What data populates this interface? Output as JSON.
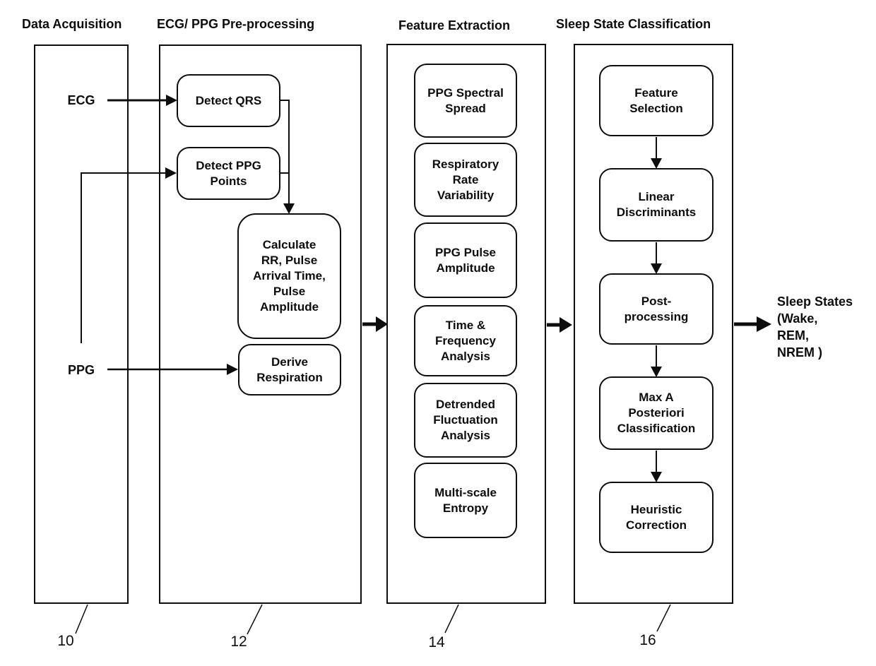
{
  "diagram": {
    "colors": {
      "ink": "#0d0d0d",
      "background": "#ffffff"
    },
    "columns": [
      {
        "title": "Data Acquisition",
        "ref": "10",
        "signals": [
          {
            "label": "ECG"
          },
          {
            "label": "PPG"
          }
        ]
      },
      {
        "title": "ECG/ PPG Pre-processing",
        "ref": "12",
        "boxes": [
          {
            "label": "Detect QRS"
          },
          {
            "label": "Detect PPG\nPoints"
          },
          {
            "label": "Calculate\nRR, Pulse\nArrival Time,\nPulse\nAmplitude"
          },
          {
            "label": "Derive\nRespiration"
          }
        ]
      },
      {
        "title": "Feature Extraction",
        "ref": "14",
        "boxes": [
          {
            "label": "PPG Spectral\nSpread"
          },
          {
            "label": "Respiratory\nRate\nVariability"
          },
          {
            "label": "PPG Pulse\nAmplitude"
          },
          {
            "label": "Time &\nFrequency\nAnalysis"
          },
          {
            "label": "Detrended\nFluctuation\nAnalysis"
          },
          {
            "label": "Multi-scale\nEntropy"
          }
        ]
      },
      {
        "title": "Sleep State Classification",
        "ref": "16",
        "boxes": [
          {
            "label": "Feature\nSelection"
          },
          {
            "label": "Linear\nDiscriminants"
          },
          {
            "label": "Post-\nprocessing"
          },
          {
            "label": "Max A\nPosteriori\nClassification"
          },
          {
            "label": "Heuristic\nCorrection"
          }
        ]
      }
    ],
    "output": {
      "label": "Sleep States\n(Wake,\nREM,\nNREM )"
    }
  }
}
